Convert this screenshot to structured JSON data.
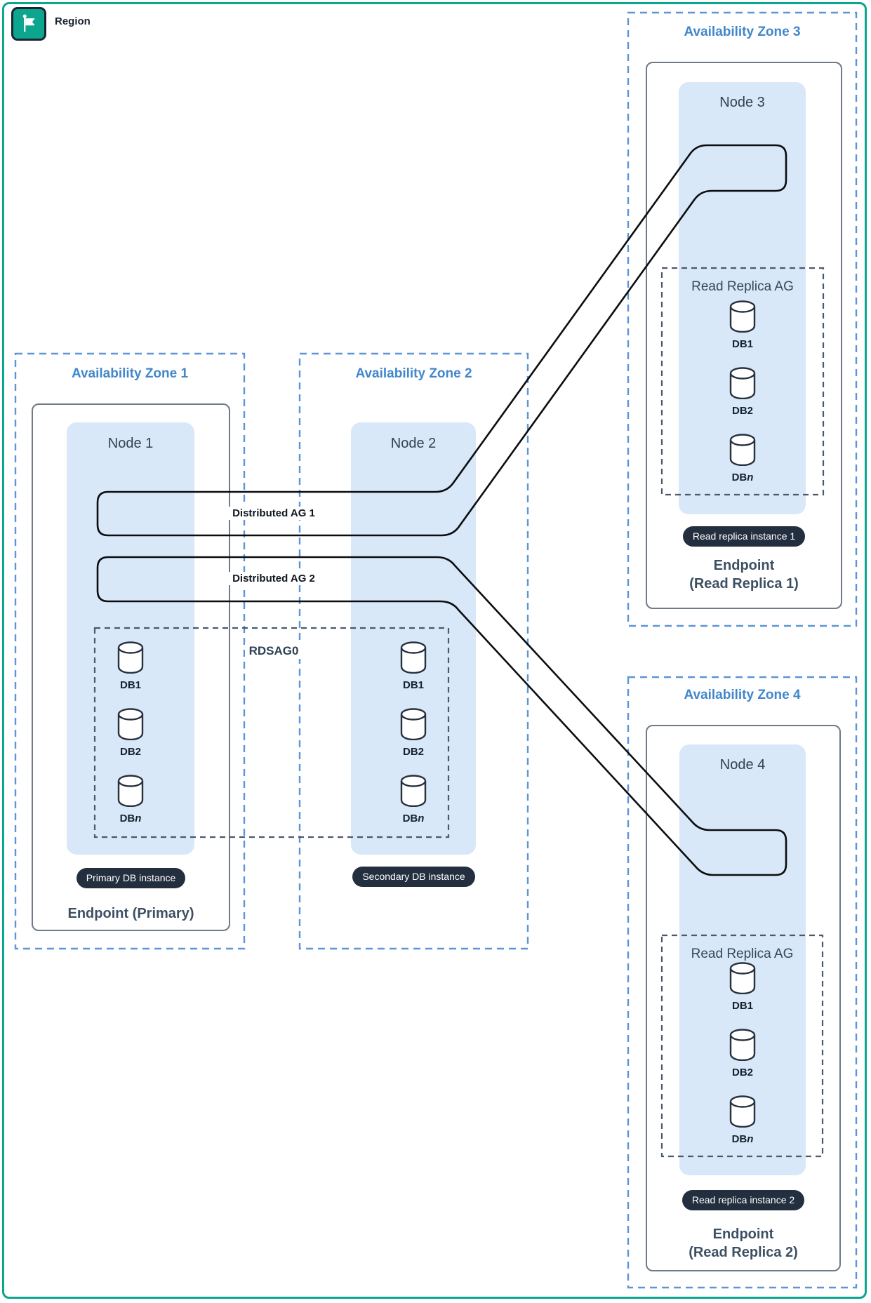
{
  "region": {
    "label": "Region"
  },
  "zones": {
    "az1": "Availability Zone 1",
    "az2": "Availability Zone 2",
    "az3": "Availability Zone 3",
    "az4": "Availability Zone 4"
  },
  "nodes": {
    "n1": "Node 1",
    "n2": "Node 2",
    "n3": "Node 3",
    "n4": "Node 4"
  },
  "groups": {
    "rdsag": "RDSAG0",
    "read_replica_ag": "Read Replica AG",
    "ag1": "Distributed AG 1",
    "ag2": "Distributed AG 2"
  },
  "db": {
    "prefix": "DB",
    "suffixes": [
      "1",
      "2",
      "n"
    ]
  },
  "badges": {
    "primary": "Primary DB instance",
    "secondary": "Secondary DB instance",
    "rr1": "Read replica instance 1",
    "rr2": "Read replica instance 2"
  },
  "endpoints": {
    "primary": "Endpoint (Primary)",
    "rr1_line1": "Endpoint",
    "rr1_line2": "(Read Replica 1)",
    "rr2_line1": "Endpoint",
    "rr2_line2": "(Read Replica 2)"
  },
  "icons": {
    "region": "flag-icon",
    "db": "database-cylinder-icon"
  },
  "colors": {
    "teal": "#0CA58E",
    "ink": "#1A2433",
    "az-dash": "#5C96D6",
    "az-text": "#4287CB",
    "panel": "#D9E8F8",
    "slate-dash": "#4A5A6E",
    "box-border": "#6F7A86",
    "pill-bg": "#232F3E",
    "pill-text": "#FFFFFF",
    "line": "#0B0D10",
    "node-text": "#34404E",
    "endpoint-text": "#3D5063",
    "group-text": "#33485C"
  }
}
